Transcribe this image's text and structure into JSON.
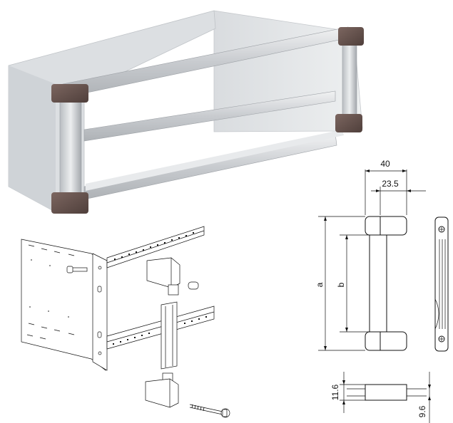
{
  "dimensions": {
    "handle_width": "40",
    "inner_width": "23.5",
    "height_a": "a",
    "height_b": "b",
    "side_thickness": "11.6",
    "bottom_offset": "9.6"
  },
  "colors": {
    "aluminium_light": "#e4e6e8",
    "aluminium_mid": "#c9ccd0",
    "aluminium_dark": "#a8acb1",
    "handle_end_brown": "#6b5650",
    "line": "#111111"
  },
  "icons": [
    "rack-frame-photo",
    "rack-assembly-drawing",
    "handle-front-view",
    "handle-side-view",
    "handle-profile-view"
  ]
}
